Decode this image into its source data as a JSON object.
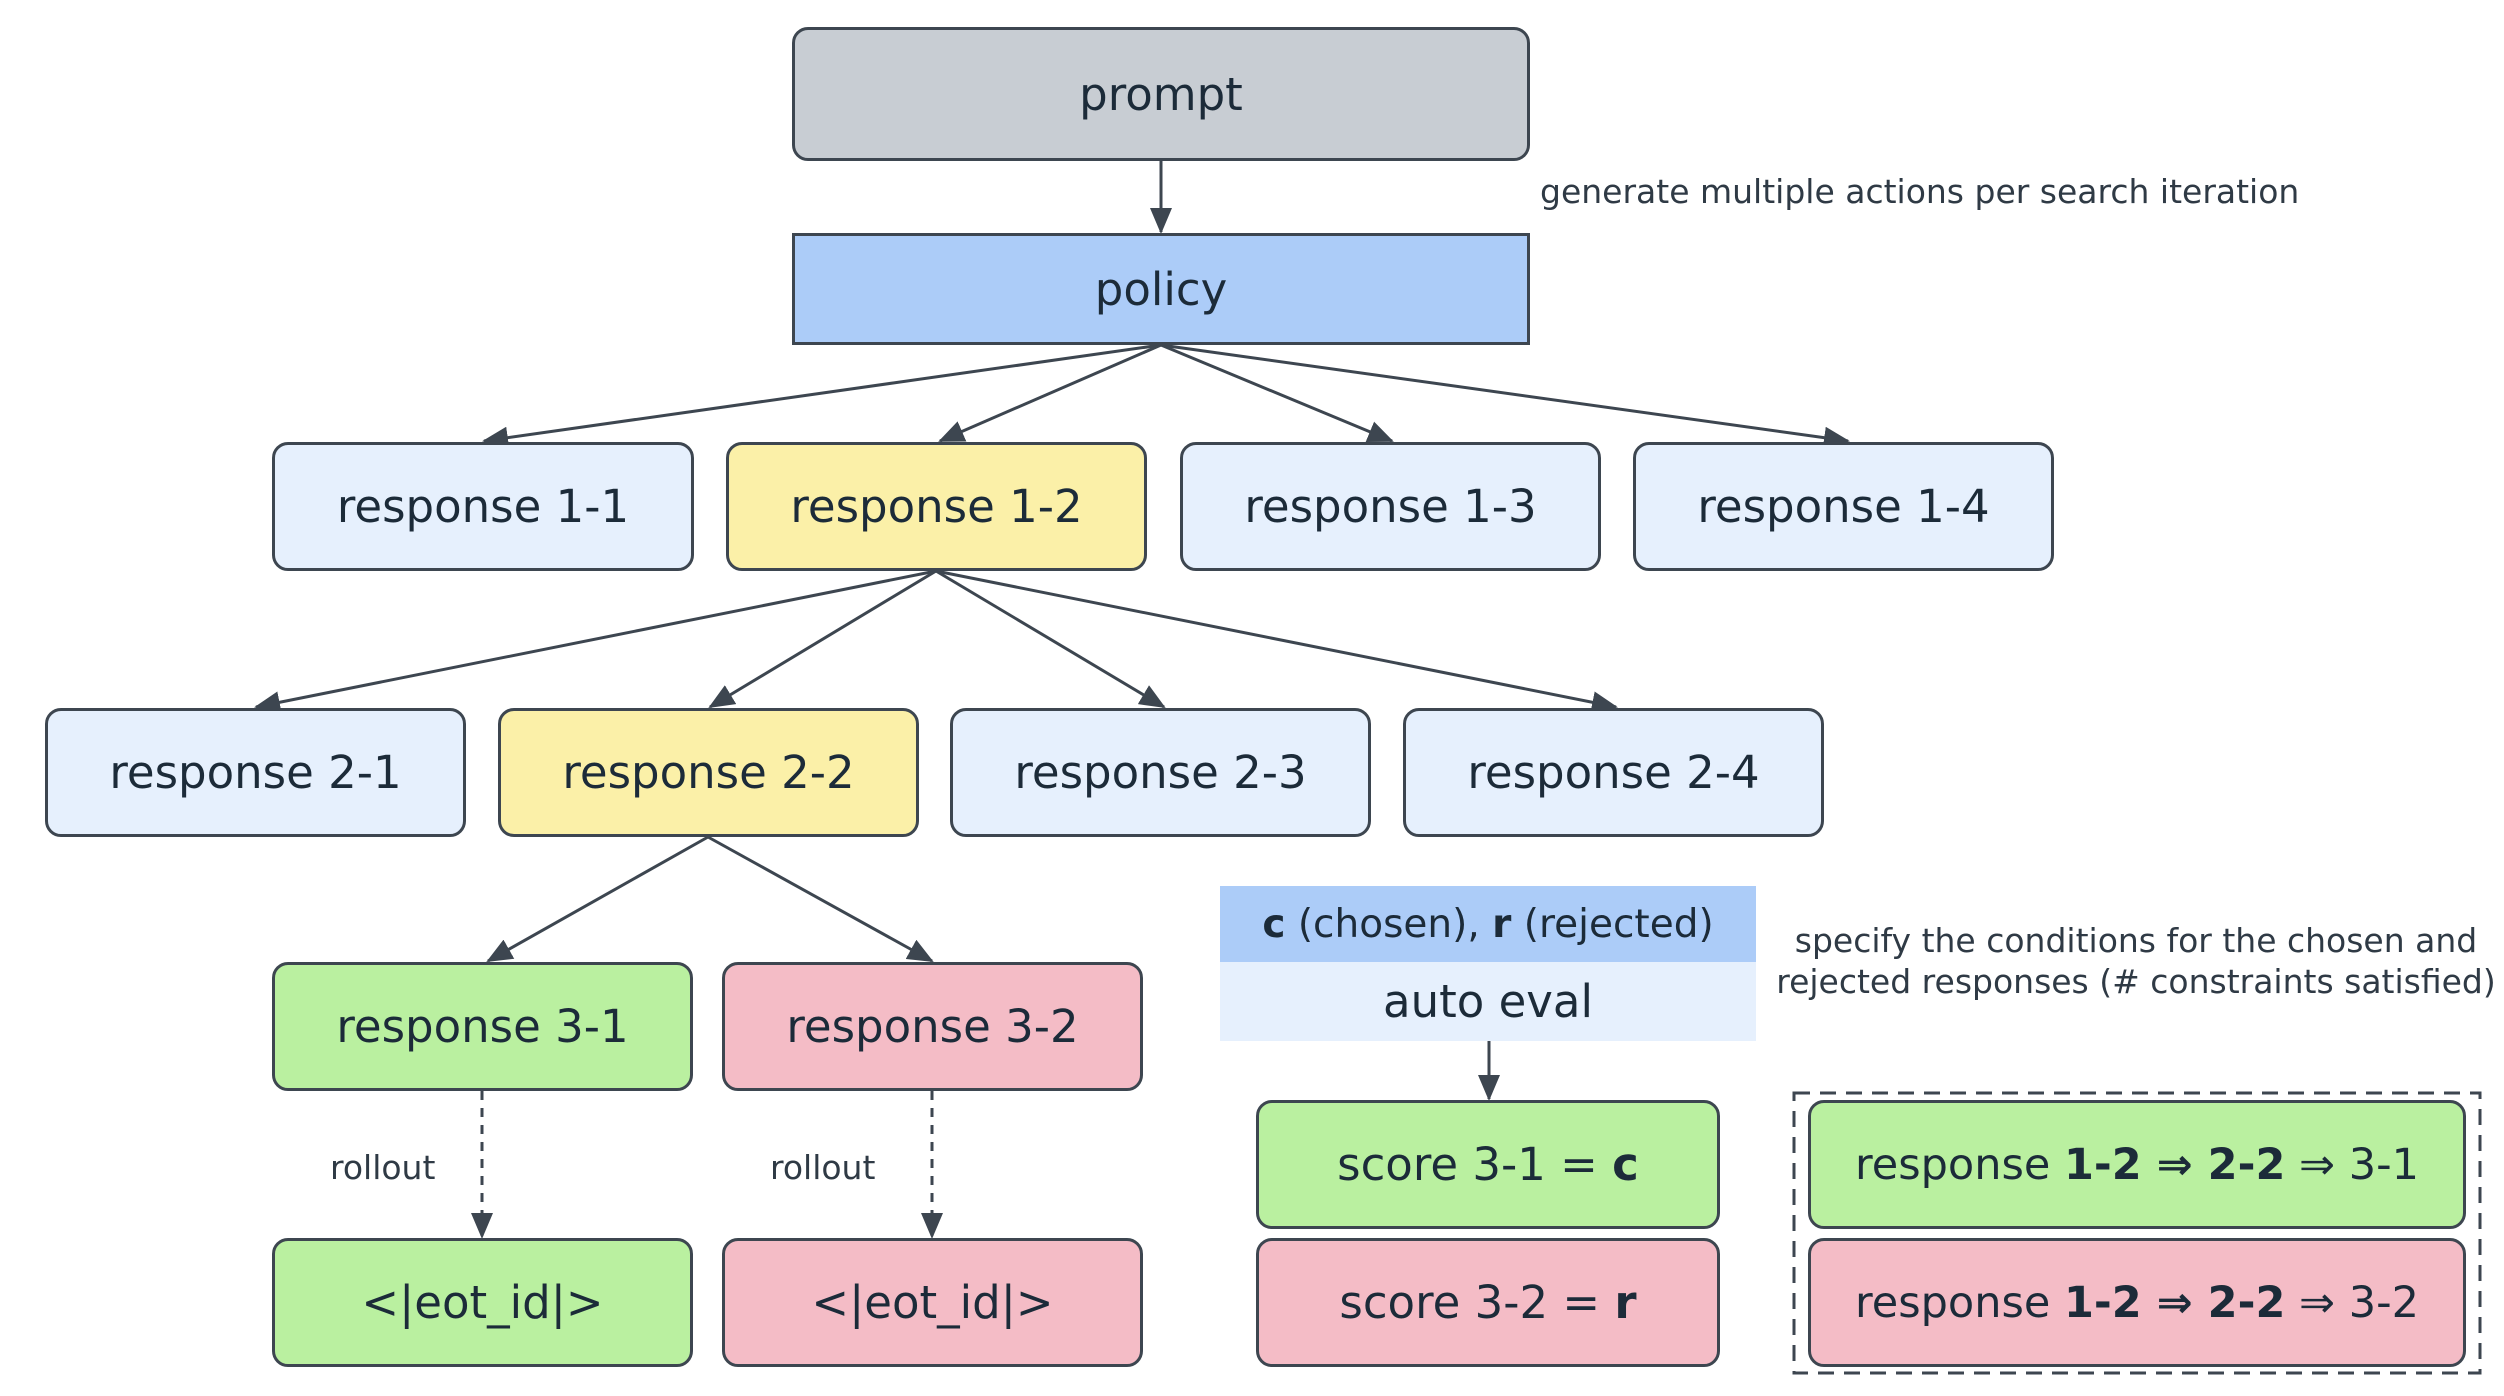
{
  "nodes": {
    "prompt": "prompt",
    "policy": "policy",
    "r1_1": "response 1-1",
    "r1_2": "response 1-2",
    "r1_3": "response 1-3",
    "r1_4": "response 1-4",
    "r2_1": "response 2-1",
    "r2_2": "response 2-2",
    "r2_3": "response 2-3",
    "r2_4": "response 2-4",
    "r3_1": "response 3-1",
    "r3_2": "response 3-2",
    "eot_1": "<|eot_id|>",
    "eot_2": "<|eot_id|>"
  },
  "labels": {
    "generate_note": "generate multiple actions per search iteration",
    "rollout_1": "rollout",
    "rollout_2": "rollout",
    "conditions_line1": "specify the conditions for the chosen and",
    "conditions_line2": "rejected responses (# constraints satisfied)"
  },
  "auto_eval": {
    "c": "c",
    "chosen": " (chosen), ",
    "r": "r",
    "rejected": " (rejected)",
    "title": "auto eval"
  },
  "scores": {
    "s1_prefix": "score 3-1 = ",
    "s1_value": "c",
    "s2_prefix": "score 3-2 = ",
    "s2_value": "r"
  },
  "paths": {
    "chosen": {
      "prefix": "response ",
      "a": "1-2",
      "arrow1": " ⇒ ",
      "b": "2-2",
      "arrow2": " ⇒ ",
      "c": "3-1"
    },
    "rejected": {
      "prefix": "response ",
      "a": "1-2",
      "arrow1": " ⇒ ",
      "b": "2-2",
      "arrow2": " ⇒ ",
      "c": "3-2"
    }
  },
  "colors": {
    "prompt": "#c8cdd3",
    "policy": "#acccf8",
    "neutral": "#e6f0fd",
    "selected": "#fbf0a8",
    "chosen": "#baf0a0",
    "rejected": "#f4bcc6",
    "border": "#3d4650"
  }
}
